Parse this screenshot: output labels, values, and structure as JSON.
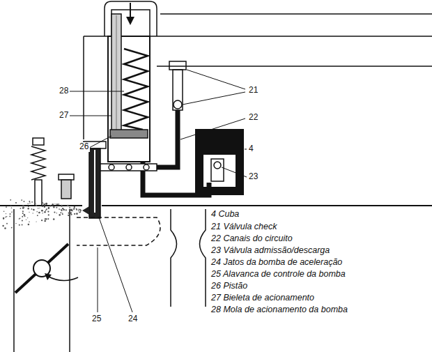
{
  "diagram": {
    "labels": [
      "28",
      "27",
      "26",
      "21",
      "22",
      "4",
      "23",
      "25",
      "24",
      "4 Cuba",
      "21 Válvula check",
      "22 Canais do circuito",
      "23 Válvula admissão/descarga",
      "24 Jatos da bomba de aceleração",
      "25 Alavanca de controle da bomba",
      "26 Pistão",
      "27 Bieleta de acionamento",
      "28 Mola de acionamento da bomba"
    ]
  }
}
